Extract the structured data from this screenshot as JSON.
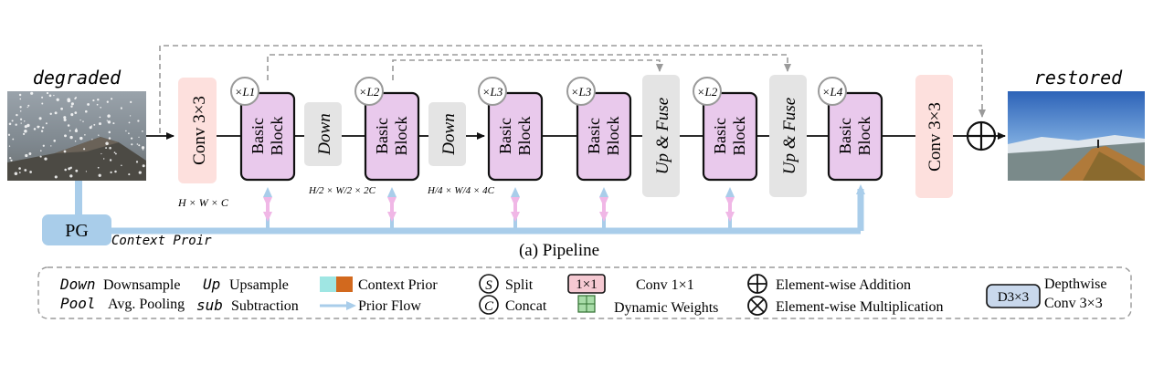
{
  "diagram": {
    "input_label": "degraded",
    "output_label": "restored",
    "pg_label": "PG",
    "context_label": "Context Proir",
    "caption": "(a) Pipeline",
    "conv_first": "Conv 3×3",
    "conv_last": "Conv 3×3",
    "down_label": "Down",
    "upfuse_label": "Up & Fuse",
    "block_line1": "Basic",
    "block_line2": "Block",
    "multipliers": [
      "×L1",
      "×L2",
      "×L3",
      "×L3",
      "×L2",
      "×L4"
    ],
    "dims": {
      "d1": "H × W × C",
      "d2": "H/2 × W/2 × 2C",
      "d3": "H/4 × W/4 × 4C"
    },
    "colors": {
      "block_fill": "#e9c9ec",
      "conv_fill": "#fde0dd",
      "gray_fill": "#e4e4e4",
      "prior_blue": "#a9cdea",
      "prior_pink": "#f0b7e6",
      "pg_fill": "#a9cdea"
    }
  },
  "legend": {
    "down_term": "Down",
    "down_desc": "Downsample",
    "pool_term": "Pool",
    "pool_desc": "Avg. Pooling",
    "up_term": "Up",
    "up_desc": "Upsample",
    "sub_term": "sub",
    "sub_desc": "Subtraction",
    "context_prior": "Context Prior",
    "prior_flow": "Prior Flow",
    "split_symbol": "S",
    "split_label": "Split",
    "concat_symbol": "C",
    "concat_label": "Concat",
    "conv1_symbol": "1×1",
    "conv1_label": "Conv 1×1",
    "dyn_label": "Dynamic Weights",
    "add_label": "Element-wise Addition",
    "mul_label": "Element-wise Multiplication",
    "dw_symbol": "D3×3",
    "dw_line1": "Depthwise",
    "dw_line2": "Conv 3×3",
    "swatch_colors": [
      "#9fe6e3",
      "#d2691e"
    ]
  }
}
